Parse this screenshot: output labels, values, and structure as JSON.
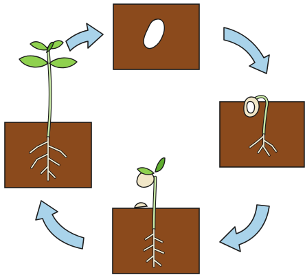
{
  "colors": {
    "soil": "#8b4a1c",
    "arrow": "#a9d3ea",
    "arrow_stroke": "#1d1d1d",
    "leaf": "#8fd14f",
    "leaf_dark": "#5fae2f",
    "stem": "#c9e9a6",
    "root": "#f4ecd2",
    "seed": "#ffffff",
    "seed_coat": "#f1e7c8",
    "background": "#ffffff"
  },
  "stages": [
    {
      "id": "seed",
      "description_icon": "seed-in-soil-icon"
    },
    {
      "id": "germination",
      "description_icon": "germinating-seed-icon"
    },
    {
      "id": "sprout",
      "description_icon": "sprout-icon"
    },
    {
      "id": "seedling",
      "description_icon": "seedling-icon"
    }
  ],
  "arrows": [
    "clockwise-arrow-icon",
    "clockwise-arrow-icon",
    "clockwise-arrow-icon",
    "clockwise-arrow-icon"
  ]
}
